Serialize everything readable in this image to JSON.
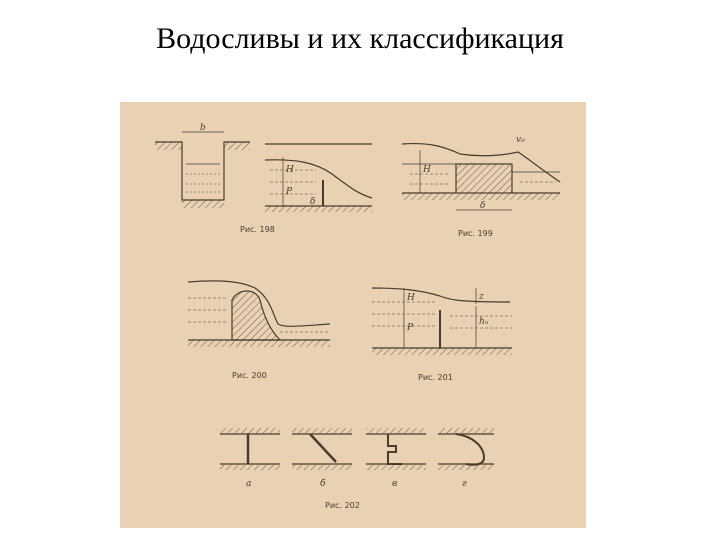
{
  "slide": {
    "title": "Водосливы и их классификация"
  },
  "figures": {
    "fig198": {
      "caption": "Рис. 198",
      "labels": {
        "b": "b",
        "H": "H",
        "P": "P",
        "delta": "δ"
      }
    },
    "fig199": {
      "caption": "Рис. 199",
      "labels": {
        "v": "v₀",
        "H": "H",
        "delta": "δ"
      }
    },
    "fig200": {
      "caption": "Рис. 200"
    },
    "fig201": {
      "caption": "Рис. 201",
      "labels": {
        "H": "H",
        "P": "P",
        "z": "z",
        "hn": "hₙ"
      }
    },
    "fig202": {
      "caption": "Рис. 202",
      "parts": [
        "а",
        "б",
        "в",
        "г"
      ]
    }
  },
  "colors": {
    "paper": "#e9d2b4",
    "ink": "#4a3b2d"
  }
}
